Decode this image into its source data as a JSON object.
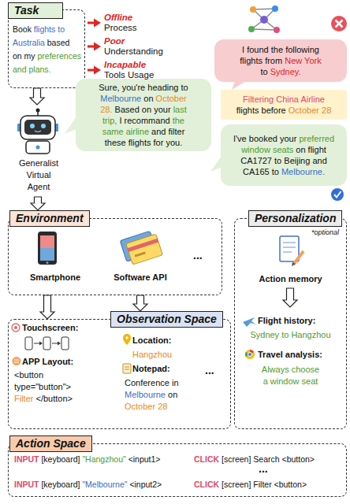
{
  "diagram": {
    "nodes": [
      {
        "text": [
          "Task",
          "Book flights to Australia based on my preferences and plans."
        ]
      },
      {
        "text": [
          "I found the following flights from New York to Sydney."
        ]
      },
      {
        "text": [
          "Generalist Virtual Agent"
        ]
      },
      {
        "text": [
          "Sure, you're heading to Melbourne on October 28. Based on your last trip, I recommand the same airline and filter these flights for you."
        ]
      },
      {
        "text": [
          "Filtering China Airline flights before October 28"
        ]
      },
      {
        "text": [
          "I've booked your preferred window seats on flight CA1727 to Beijing and CA165 to Melbourne."
        ]
      },
      {
        "text": [
          "Environment",
          "Smartphone",
          "Software API",
          "..."
        ]
      },
      {
        "text": [
          "Personalization",
          "*optional",
          "Action memory",
          "Flight history:",
          "Sydney to Hangzhou",
          "Travel analysis:",
          "Always choose a window seat"
        ]
      },
      {
        "text": [
          "Observation Space",
          "Touchscreen:",
          "APP Layout:",
          "<button type=\"button\"> Filter </button>",
          "Location:",
          "Hangzhou",
          "Notepad:",
          "Conference in Melbourne on October 28",
          "..."
        ]
      },
      {
        "text": [
          "Action Space",
          "INPUT [keyboard] \"Hangzhou\" <input1>",
          "CLICK [screen] Search <button>",
          "...",
          "INPUT [keyboard] \"Melbourne\" <input2>",
          "CLICK [screen] Filter <button>"
        ]
      }
    ],
    "edges": [
      {
        "from": 0,
        "to": 2,
        "arrow": "to"
      },
      {
        "from": 2,
        "to": 6,
        "arrow": "to"
      },
      {
        "from": 6,
        "to": 8,
        "arrow": "to"
      },
      {
        "from": 6,
        "to": 8,
        "arrow": "to"
      }
    ],
    "labels": [
      "Offline Process",
      "Poor Understanding",
      "Incapable Tools Usage"
    ]
  }
}
